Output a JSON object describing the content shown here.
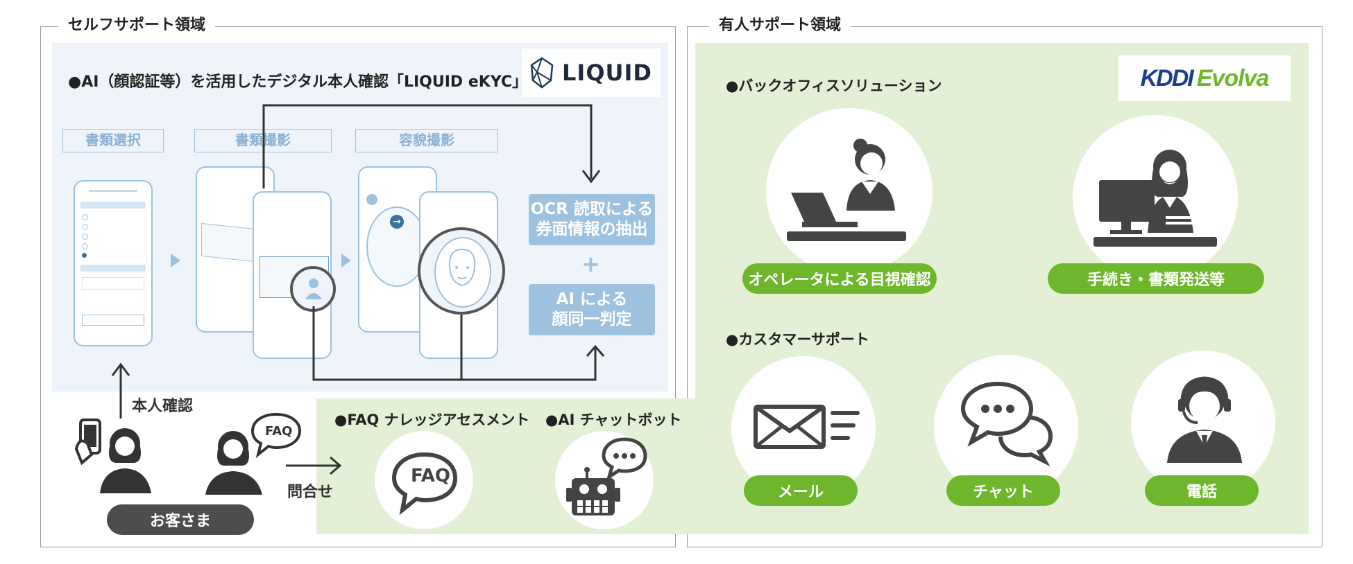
{
  "sections": {
    "self_support_title": "セルフサポート領域",
    "staffed_support_title": "有人サポート領域"
  },
  "liquid": {
    "heading": "●AI（顔認証等）を活用したデジタル本人確認「LIQUID eKYC」",
    "logo_text": "LIQUID",
    "steps": [
      "書類選択",
      "書類撮影",
      "容貌撮影"
    ],
    "ocr_box": "OCR 読取による\n券面情報の抽出",
    "plus": "+",
    "ai_box": "AI による\n顔同一判定"
  },
  "customer": {
    "identity_label": "本人確認",
    "inquiry_label": "問合せ",
    "faq_bubble": "FAQ",
    "customer_pill": "お客さま"
  },
  "self_tools": {
    "faq_heading": "●FAQ ナレッジアセスメント",
    "faq_icon_text": "FAQ",
    "chatbot_heading": "●AI チャットボット"
  },
  "kddi": {
    "logo_kddi": "KDDI",
    "logo_evolva": "Evolva",
    "backoffice_heading": "●バックオフィスソリューション",
    "operator_pill": "オペレータによる目視確認",
    "procedure_pill": "手続き・書類発送等",
    "cs_heading": "●カスタマーサポート",
    "mail_pill": "メール",
    "chat_pill": "チャット",
    "phone_pill": "電話"
  },
  "colors": {
    "green_accent": "#6eb72d",
    "green_bg": "#e3f0d5",
    "blue_accent": "#9cc2e0",
    "dark_gray": "#4d4d4d"
  }
}
